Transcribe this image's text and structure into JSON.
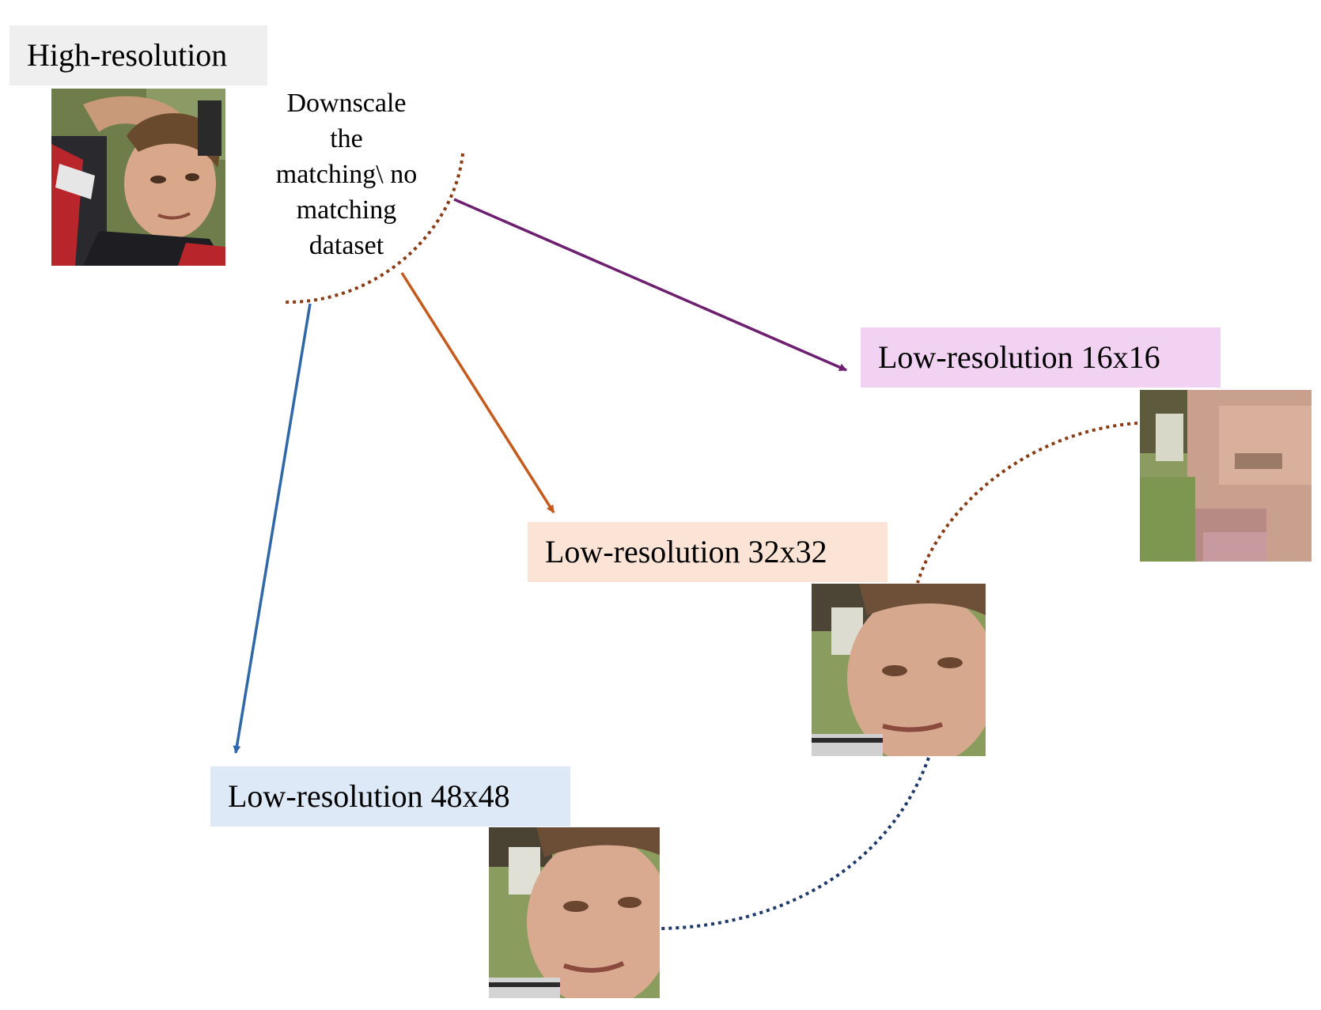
{
  "labels": {
    "high_resolution": "High-resolution",
    "low_16": "Low-resolution 16x16",
    "low_32": "Low-resolution 32x32",
    "low_48": "Low-resolution 48x48"
  },
  "downscale_note": {
    "line1": "Downscale",
    "line2": "the",
    "line3": "matching\\ no",
    "line4": "matching",
    "line5": "dataset"
  },
  "colors": {
    "high_res_box": "#efefef",
    "low16_box": "#f2d2f2",
    "low32_box": "#fbe4d6",
    "low48_box": "#dde9f6",
    "arrow_purple": "#6e2070",
    "arrow_orange": "#c55a1c",
    "arrow_blue": "#2f67a8",
    "dotted_brown": "#8a3c15",
    "dotted_navy": "#1f3a6a"
  },
  "images": {
    "high_res": "face-photo-high-resolution",
    "low_16": "face-photo-16x16",
    "low_32": "face-photo-32x32",
    "low_48": "face-photo-48x48"
  }
}
